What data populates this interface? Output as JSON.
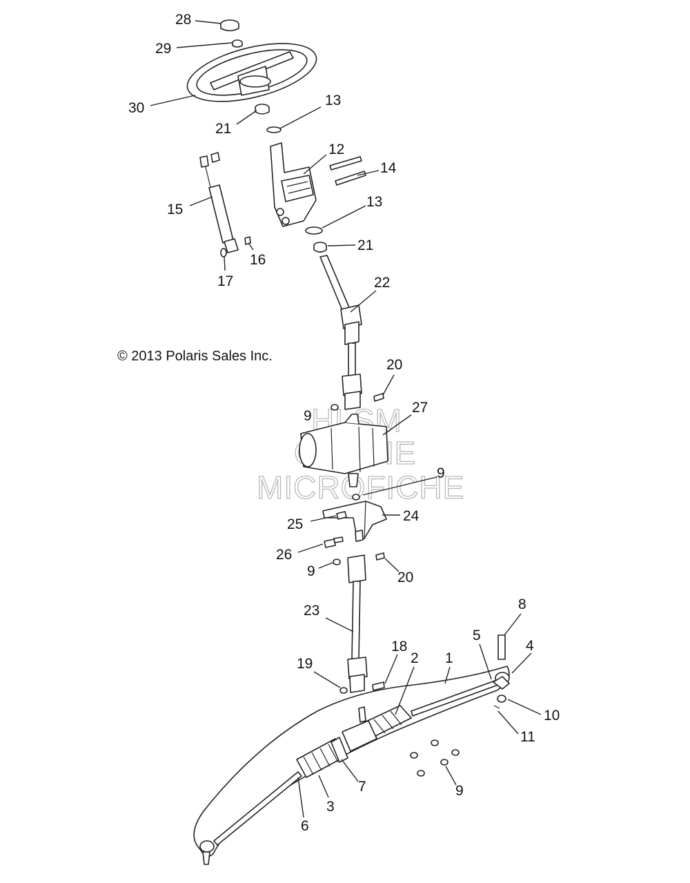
{
  "copyright": "© 2013 Polaris Sales Inc.",
  "watermark": [
    "HLSM",
    "ONLINE",
    "MICROFICHE"
  ],
  "callouts": [
    {
      "id": "c28",
      "text": "28"
    },
    {
      "id": "c29",
      "text": "29"
    },
    {
      "id": "c30",
      "text": "30"
    },
    {
      "id": "c21a",
      "text": "21"
    },
    {
      "id": "c13a",
      "text": "13"
    },
    {
      "id": "c12",
      "text": "12"
    },
    {
      "id": "c14",
      "text": "14"
    },
    {
      "id": "c13b",
      "text": "13"
    },
    {
      "id": "c21b",
      "text": "21"
    },
    {
      "id": "c15",
      "text": "15"
    },
    {
      "id": "c16",
      "text": "16"
    },
    {
      "id": "c17",
      "text": "17"
    },
    {
      "id": "c22",
      "text": "22"
    },
    {
      "id": "c20a",
      "text": "20"
    },
    {
      "id": "c9a",
      "text": "9"
    },
    {
      "id": "c27",
      "text": "27"
    },
    {
      "id": "c9b",
      "text": "9"
    },
    {
      "id": "c25",
      "text": "25"
    },
    {
      "id": "c24",
      "text": "24"
    },
    {
      "id": "c26",
      "text": "26"
    },
    {
      "id": "c9c",
      "text": "9"
    },
    {
      "id": "c20b",
      "text": "20"
    },
    {
      "id": "c23",
      "text": "23"
    },
    {
      "id": "c8",
      "text": "8"
    },
    {
      "id": "c19",
      "text": "19"
    },
    {
      "id": "c18",
      "text": "18"
    },
    {
      "id": "c2",
      "text": "2"
    },
    {
      "id": "c1",
      "text": "1"
    },
    {
      "id": "c5",
      "text": "5"
    },
    {
      "id": "c4",
      "text": "4"
    },
    {
      "id": "c10",
      "text": "10"
    },
    {
      "id": "c11",
      "text": "11"
    },
    {
      "id": "c7",
      "text": "7"
    },
    {
      "id": "c9d",
      "text": "9"
    },
    {
      "id": "c3",
      "text": "3"
    },
    {
      "id": "c6",
      "text": "6"
    }
  ]
}
